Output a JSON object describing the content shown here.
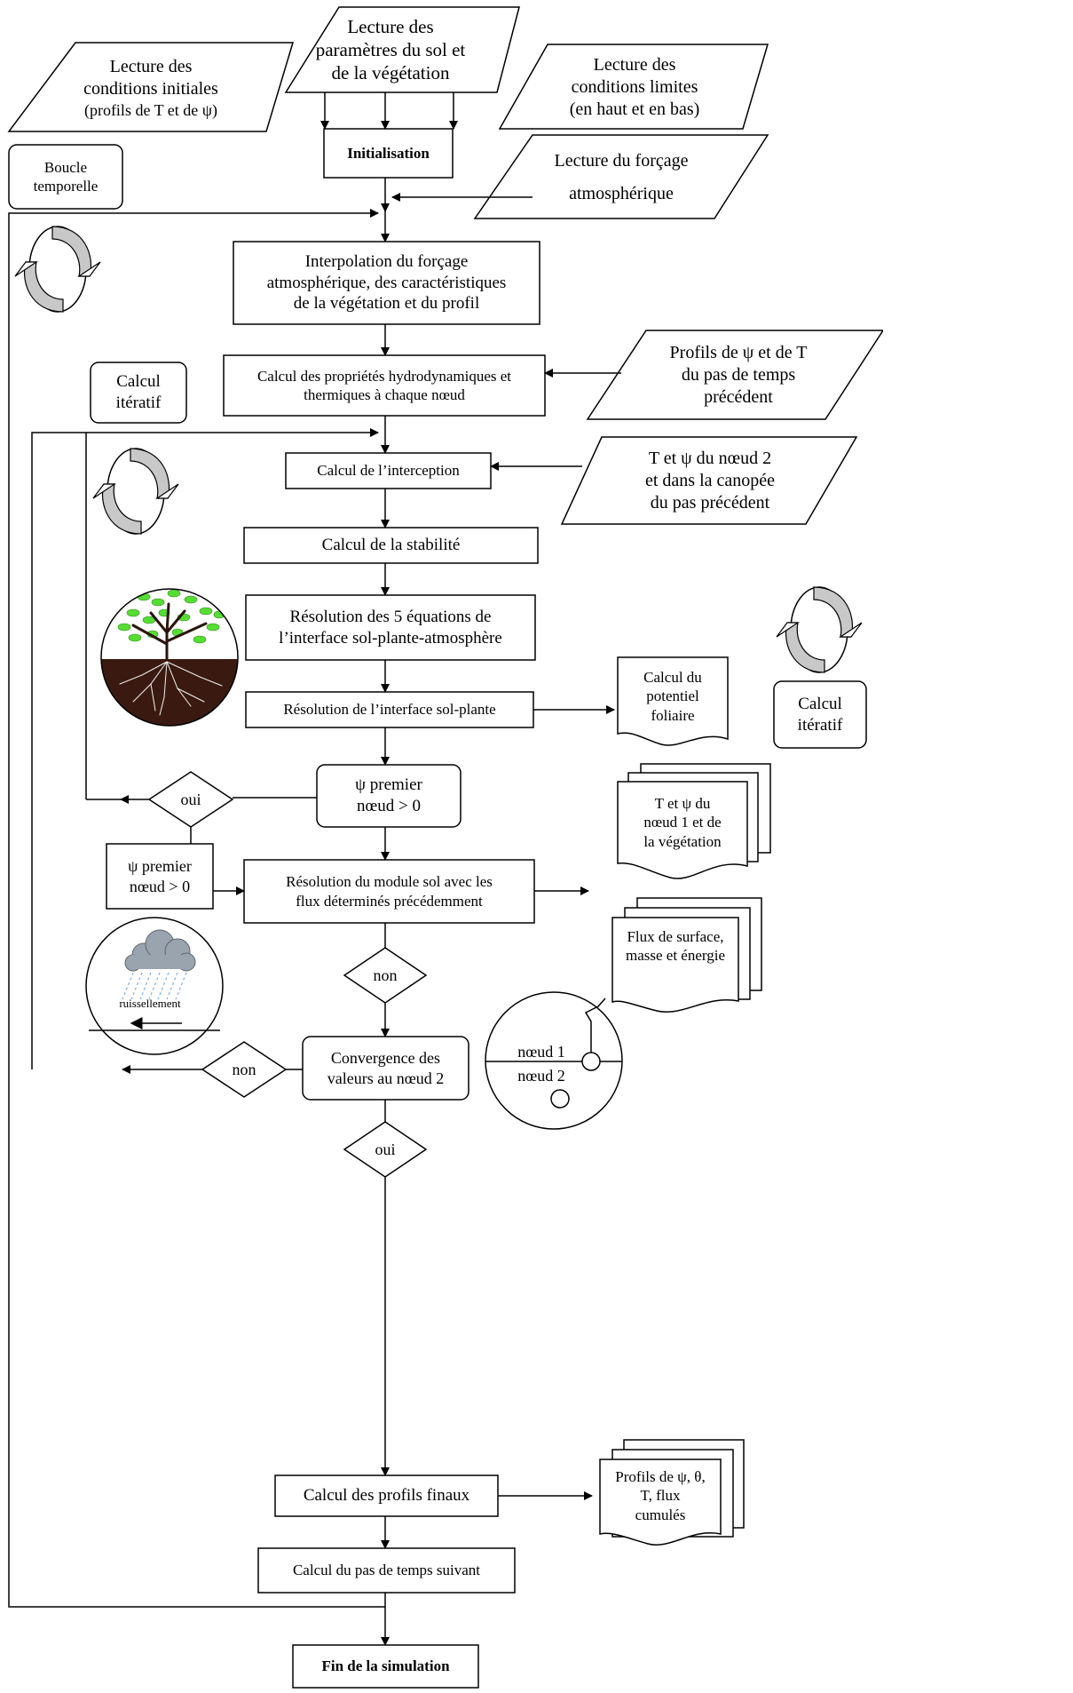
{
  "inputs": {
    "soil_veg_params": [
      "Lecture des",
      "paramètres du sol et",
      "de la végétation"
    ],
    "initial_conditions": [
      "Lecture des",
      "conditions initiales",
      "(profils de T et de ψ)"
    ],
    "boundary_conditions": [
      "Lecture des",
      "conditions limites",
      "(en haut et en bas)"
    ],
    "atmospheric_forcing": [
      "Lecture du forçage",
      "atmosphérique"
    ],
    "previous_profiles": [
      "Profils de ψ et de T",
      "du pas de temps",
      "précédent"
    ],
    "node2_canopy": [
      "T et ψ du nœud  2",
      "et dans la canopée",
      "du pas précédent"
    ]
  },
  "process": {
    "initialisation": "Initialisation",
    "interpolation": [
      "Interpolation du forçage",
      "atmosphérique, des caractéristiques",
      "de la végétation et du profil"
    ],
    "properties": [
      "Calcul des propriétés hydrodynamiques et",
      "thermiques à chaque nœud"
    ],
    "interception": "Calcul de l’interception",
    "stability": "Calcul de la stabilité",
    "five_equations": [
      "Résolution des 5 équations de",
      "l’interface sol-plante-atmosphère"
    ],
    "soil_plant": "Résolution de l’interface sol-plante",
    "psi_check": [
      "ψ premier",
      "nœud > 0"
    ],
    "psi_check_side": [
      "ψ premier",
      "nœud > 0"
    ],
    "soil_module": [
      "Résolution du module sol avec les",
      "flux déterminés précédemment"
    ],
    "convergence": [
      "Convergence des",
      "valeurs au nœud 2"
    ],
    "final_profiles": "Calcul des profils finaux",
    "next_step": "Calcul du pas de temps suivant",
    "end": "Fin de la simulation"
  },
  "decisions": {
    "yes_psi": "oui",
    "no_soil": "non",
    "no_convergence": "non",
    "yes_convergence": "oui"
  },
  "outputs": {
    "leaf_potential": [
      "Calcul du",
      "potentiel",
      "foliaire"
    ],
    "node1_vegetation": [
      "T et ψ du",
      "nœud 1 et  de",
      "la végétation"
    ],
    "surface_fluxes": [
      "Flux de surface,",
      "masse et énergie"
    ],
    "final_profiles_out": [
      "Profils de ψ, θ,",
      "T, flux",
      "cumulés"
    ]
  },
  "loops": {
    "time_loop": [
      "Boucle",
      "temporelle"
    ],
    "iterative_1": [
      "Calcul",
      "itératif"
    ],
    "iterative_2": [
      "Calcul",
      "itératif"
    ]
  },
  "illustrations": {
    "runoff_label": "ruissellement",
    "node1_label": "nœud 1",
    "node2_label": "nœud 2"
  },
  "colors": {
    "stroke": "#000000",
    "cycle_fill": "#c8c8c8",
    "leaf_green": "#55dd33",
    "soil_brown": "#3a1a10",
    "rain_blue": "#7fb0e0",
    "cloud_grey": "#9aa4ae"
  }
}
